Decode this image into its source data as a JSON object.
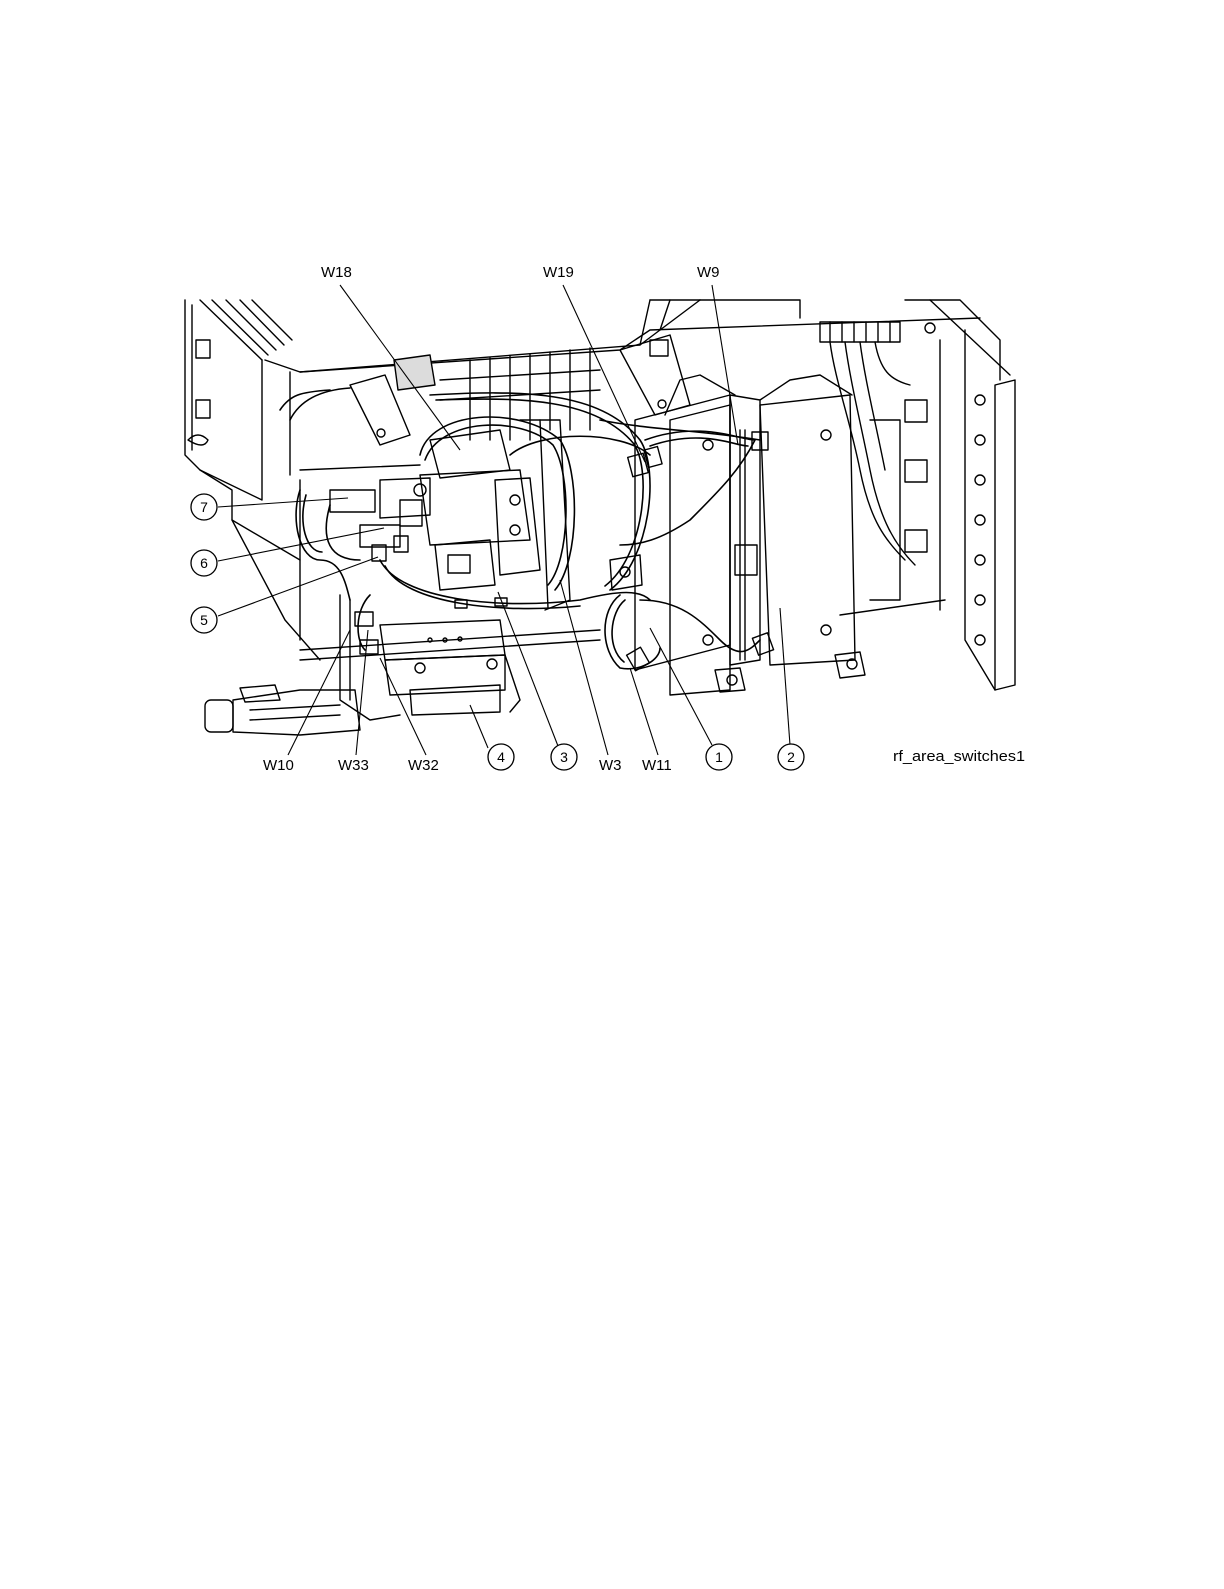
{
  "figure": {
    "id_label": "rf_area_switches1",
    "colors": {
      "ink": "#000000",
      "background": "#ffffff",
      "shade": "#dcdcdc"
    }
  },
  "cable_labels": [
    {
      "key": "w18",
      "text": "W18"
    },
    {
      "key": "w19",
      "text": "W19"
    },
    {
      "key": "w9",
      "text": "W9"
    },
    {
      "key": "w10",
      "text": "W10"
    },
    {
      "key": "w33",
      "text": "W33"
    },
    {
      "key": "w32",
      "text": "W32"
    },
    {
      "key": "w3",
      "text": "W3"
    },
    {
      "key": "w11",
      "text": "W11"
    }
  ],
  "callouts": [
    {
      "key": "c7",
      "text": "7"
    },
    {
      "key": "c6",
      "text": "6"
    },
    {
      "key": "c5",
      "text": "5"
    },
    {
      "key": "c4",
      "text": "4"
    },
    {
      "key": "c3",
      "text": "3"
    },
    {
      "key": "c1",
      "text": "1"
    },
    {
      "key": "c2",
      "text": "2"
    }
  ]
}
